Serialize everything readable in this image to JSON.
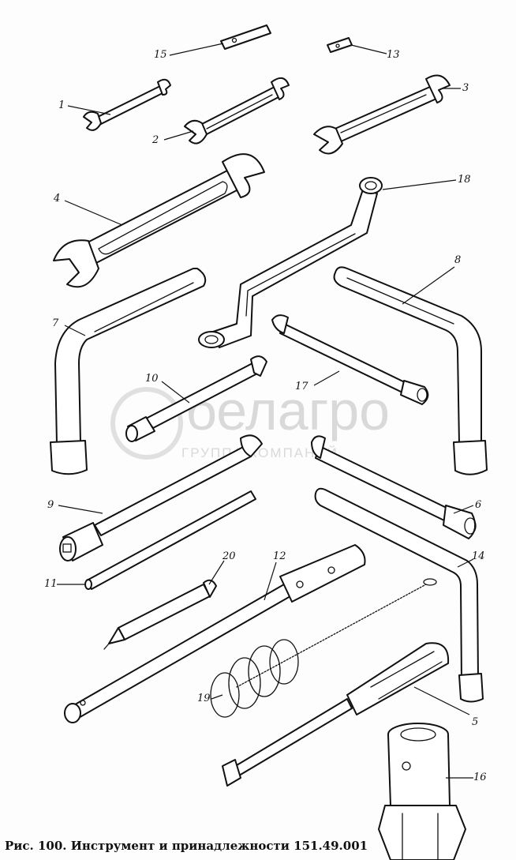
{
  "caption": "Рис. 100. Инструмент и принадлежности 151.49.001",
  "watermark": {
    "brand": "белагро",
    "subtitle": "ГРУППА КОМПАНИЙ"
  },
  "labels": {
    "p1": "1",
    "p2": "2",
    "p3": "3",
    "p4": "4",
    "p5": "5",
    "p6": "6",
    "p7": "7",
    "p8": "8",
    "p9": "9",
    "p10": "10",
    "p11": "11",
    "p12": "12",
    "p13": "13",
    "p14": "14",
    "p15": "15",
    "p16": "16",
    "p17": "17",
    "p18": "18",
    "p19": "19",
    "p20": "20"
  }
}
